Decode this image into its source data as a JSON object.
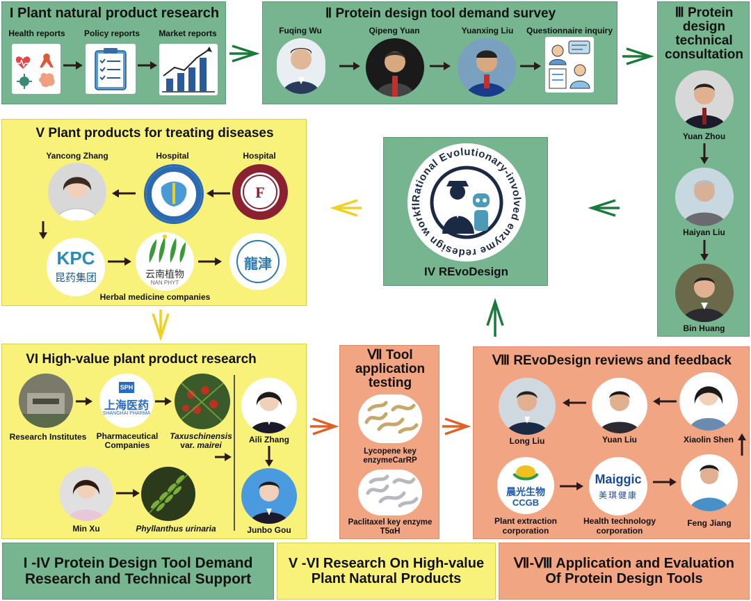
{
  "panels": {
    "p1": {
      "title": "I Plant natural product research",
      "labels": [
        "Health reports",
        "Policy reports",
        "Market reports"
      ]
    },
    "p2": {
      "title": "Ⅱ Protein design tool demand survey",
      "labels": [
        "Fuqing Wu",
        "Qipeng Yuan",
        "Yuanxing Liu",
        "Questionnaire inquiry"
      ]
    },
    "p3": {
      "title": "Ⅲ Protein design technical consultation",
      "labels": [
        "Yuan Zhou",
        "Haiyan Liu",
        "Bin Huang"
      ]
    },
    "p4": {
      "title": "IV REvoDesign",
      "logo_text": "Rational Evolutionary-involved enzyme redesign workflow"
    },
    "p5": {
      "title": "V Plant products for treating diseases",
      "labels": [
        "Yancong Zhang",
        "Hospital",
        "Hospital",
        "Herbal medicine companies"
      ],
      "logo_kpc": "KPC",
      "logo_kpc_sub": "昆药集团",
      "logo_yn": "云南植物",
      "logo_yn_sub": "NAN PHYT",
      "logo_lj": "龍津"
    },
    "p6": {
      "title": "VI High-value plant product research",
      "labels": [
        "Research Institutes",
        "Pharmaceutical Companies",
        "Aili Zhang",
        "Min Xu",
        "Phyllanthus urinaria",
        "Junbo Gou"
      ],
      "taxus_1": "Taxuschinensis",
      "taxus_2": "var.",
      "taxus_3": "mairei",
      "sph": "SPH",
      "sph_cn": "上海医药",
      "sph_en": "SHANGHAI PHARMA"
    },
    "p7": {
      "title": "Ⅶ Tool application testing",
      "labels": [
        "Lycopene key enzymeCarRP",
        "Paclitaxel key enzyme T5αH"
      ]
    },
    "p8": {
      "title": "Ⅷ REvoDesign reviews and feedback",
      "labels": [
        "Long Liu",
        "Yuan Liu",
        "Xiaolin Shen",
        "Plant extraction corporation",
        "Health technology corporation",
        "Feng Jiang"
      ],
      "ccgb_cn": "晨光生物",
      "ccgb_en": "CCGB",
      "maiggic": "Maiggic",
      "maiggic_cn": "美琪健康"
    }
  },
  "bottom": {
    "green": "I -IV Protein Design Tool Demand Research and Technical Support",
    "yellow": "V -VI Research On High-value Plant Natural Products",
    "salmon": "Ⅶ-Ⅷ Application and Evaluation Of Protein Design Tools"
  },
  "colors": {
    "green": "#77b590",
    "yellow": "#f9f27a",
    "salmon": "#f2a583",
    "arrow_green": "#1a7a3a",
    "arrow_yellow": "#f0d020",
    "arrow_orange": "#e0602a"
  },
  "icons": [
    "heart-icon",
    "ribbon-icon",
    "virus-icon",
    "brain-icon",
    "clipboard-icon",
    "bar-chart-icon",
    "questionnaire-icon",
    "person-avatar-icon",
    "enzyme-structure-icon",
    "robot-icon",
    "pilot-icon"
  ]
}
